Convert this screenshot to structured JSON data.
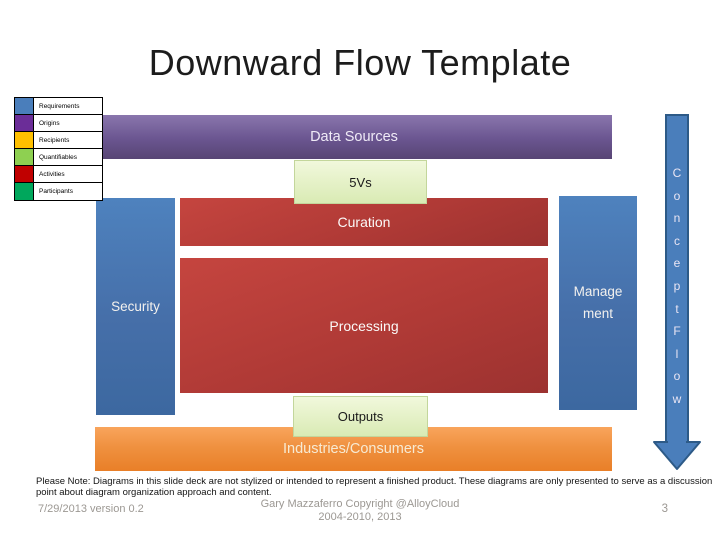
{
  "slide": {
    "title": "Downward Flow Template"
  },
  "legend": {
    "items": [
      {
        "label": "Requirements",
        "color": "#4a7ebb"
      },
      {
        "label": "Origins",
        "color": "#6b2d98"
      },
      {
        "label": "Recipients",
        "color": "#ffc000"
      },
      {
        "label": "Quantifiables",
        "color": "#8ed051"
      },
      {
        "label": "Activities",
        "color": "#c00000"
      },
      {
        "label": "Participants",
        "color": "#00a75c"
      }
    ]
  },
  "diagram": {
    "data_sources": "Data Sources",
    "five_vs": "5Vs",
    "curation": "Curation",
    "security": "Security",
    "processing": "Processing",
    "management": "Manage\nment",
    "outputs": "Outputs",
    "industries": "Industries/Consumers",
    "concept_flow": "Concept Flow",
    "concept_flow_letters": [
      "C",
      "o",
      "n",
      "c",
      "e",
      "p",
      "t",
      "F",
      "l",
      "o",
      "w"
    ]
  },
  "colors": {
    "purple_bar": "#6a5590",
    "orange_bar": "#ef9140",
    "red_box": "#b03a36",
    "blue_box": "#4a7ebb",
    "pale_green_box": "#e3f0c4",
    "arrow_fill": "#4a7ebb",
    "arrow_border": "#2d5a87"
  },
  "footer": {
    "note": "Please Note: Diagrams in this slide deck are not stylized or intended to represent a finished product. These diagrams are only presented to serve as a discussion point about diagram organization approach and content.",
    "version": "7/29/2013 version 0.2",
    "copyright_line1": "Gary Mazzaferro Copyright @AlloyCloud",
    "copyright_line2": "2004-2010, 2013",
    "page_number": "3"
  }
}
